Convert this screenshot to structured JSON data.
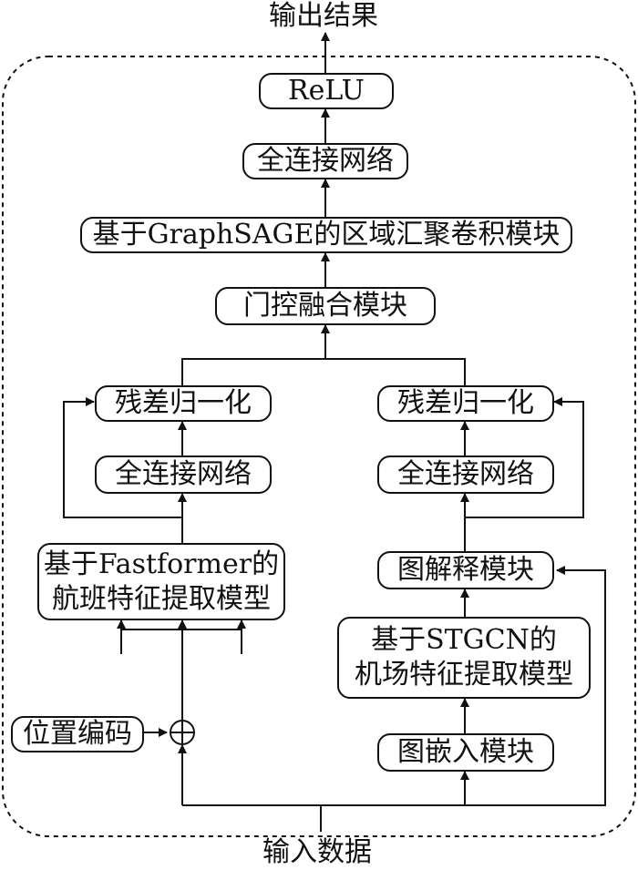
{
  "output_label": "输出结果",
  "input_label": "输入数据",
  "boxes": {
    "relu": "ReLU",
    "fc_top": "全连接网络",
    "graphsage": "基于GraphSAGE的区域汇聚卷积模块",
    "gated_fusion": "门控融合模块",
    "left_norm": "残差归一化",
    "left_fc": "全连接网络",
    "fastformer_line1": "基于Fastformer的",
    "fastformer_line2": "航班特征提取模型",
    "pos_encoding": "位置编码",
    "right_norm": "残差归一化",
    "right_fc": "全连接网络",
    "graph_explain": "图解释模块",
    "stgcn_line1": "基于STGCN的",
    "stgcn_line2": "机场特征提取模型",
    "graph_embed": "图嵌入模块"
  },
  "colors": {
    "stroke": "#111111",
    "background": "#ffffff"
  }
}
